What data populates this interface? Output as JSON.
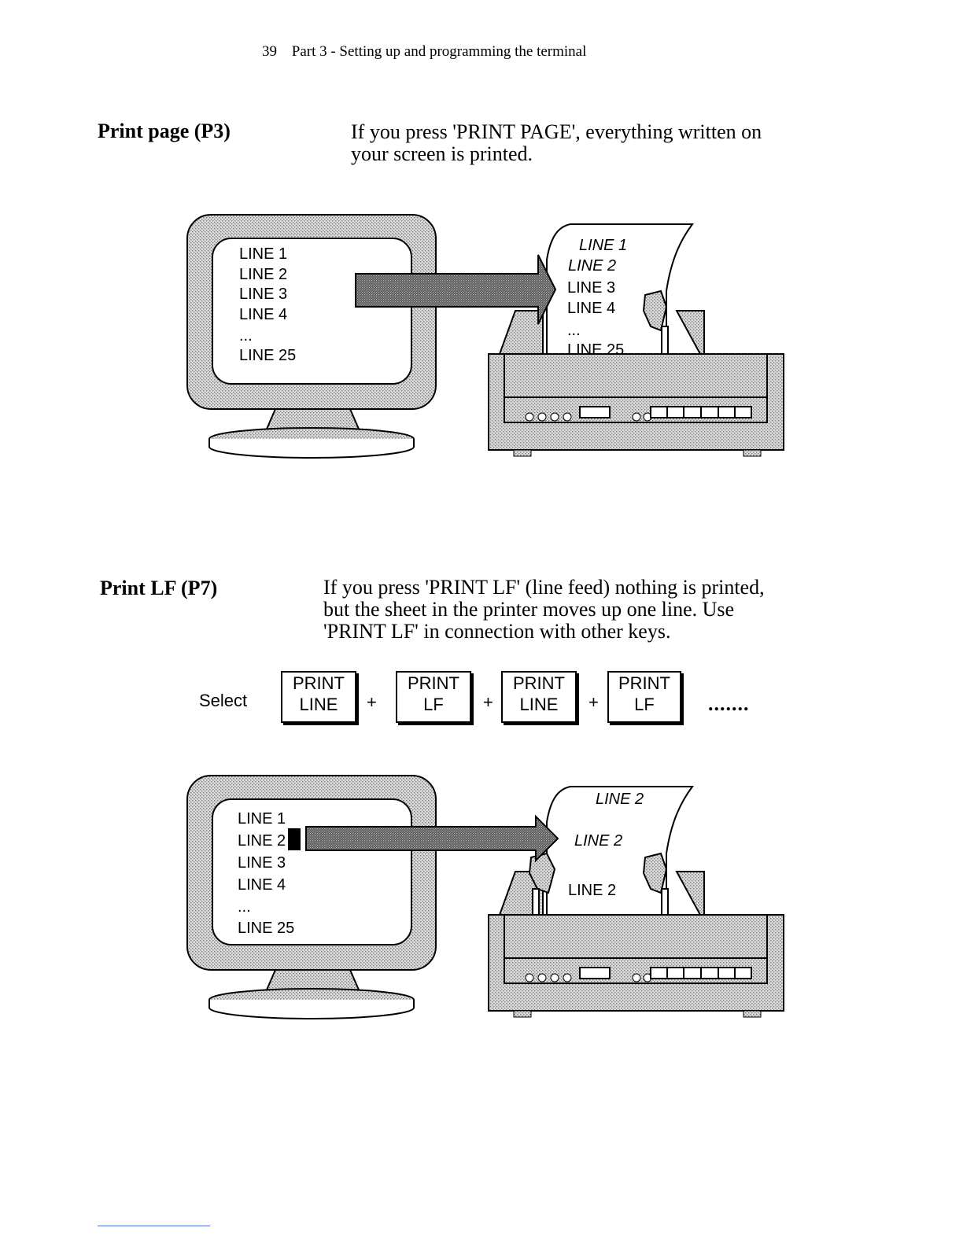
{
  "header": {
    "page_number": "39",
    "title": "Part 3 - Setting up and programming the terminal"
  },
  "section_p3": {
    "heading": "Print page (P3)",
    "lines": [
      "If you press 'PRINT PAGE', everything written on",
      "your screen is printed."
    ],
    "screen_lines": [
      "LINE 1",
      "LINE 2",
      "LINE 3",
      "LINE 4",
      "...",
      "LINE 25"
    ],
    "paper_lines": [
      "LINE 1",
      "LINE 2",
      "LINE 3",
      "LINE 4",
      "...",
      "LINE 25"
    ]
  },
  "section_p7": {
    "heading": "Print LF (P7)",
    "lines": [
      "If you press 'PRINT LF' (line feed) nothing is printed,",
      "but the sheet in the printer moves up one line. Use",
      "'PRINT LF' in connection with other keys."
    ],
    "select_label": "Select",
    "keys": [
      {
        "top": "PRINT",
        "bottom": "LINE"
      },
      {
        "top": "PRINT",
        "bottom": "LF"
      },
      {
        "top": "PRINT",
        "bottom": "LINE"
      },
      {
        "top": "PRINT",
        "bottom": "LF"
      }
    ],
    "plus": "+",
    "ellipsis": ".......",
    "screen_lines": [
      "LINE 1",
      "LINE 2",
      "LINE 3",
      "LINE 4",
      "...",
      "LINE 25"
    ],
    "paper_lines": [
      "LINE 2",
      "LINE 2",
      "LINE 2"
    ]
  }
}
